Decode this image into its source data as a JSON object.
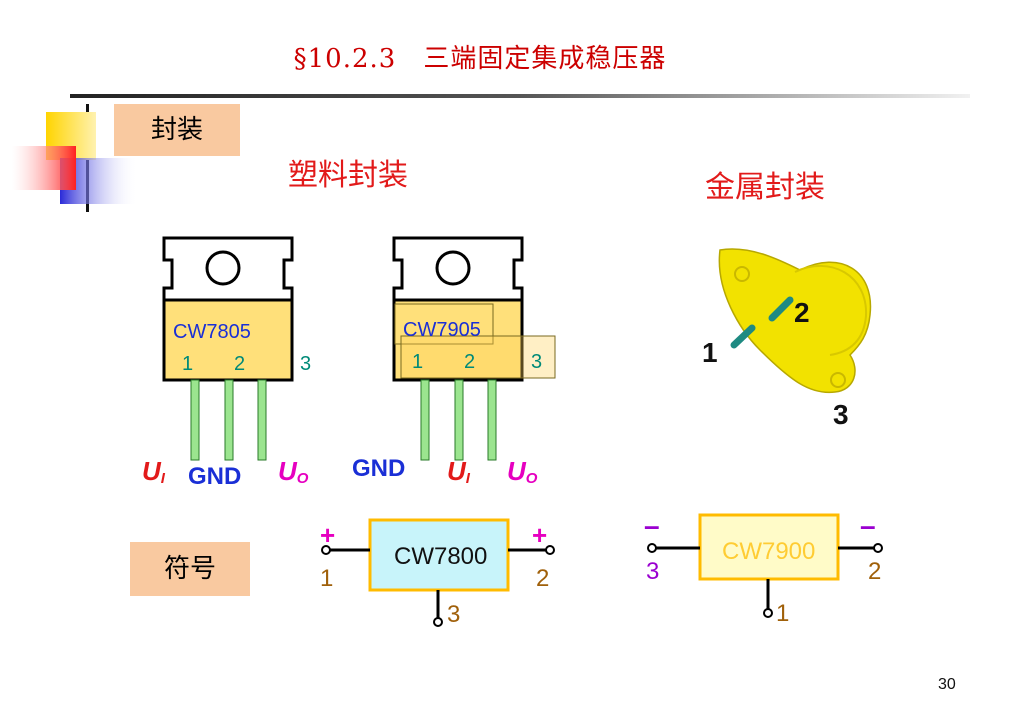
{
  "title": "§10.2.3　三端固定集成稳压器",
  "section_package": "封装",
  "section_symbol": "符号",
  "plastic_heading": "塑料封装",
  "metal_heading": "金属封装",
  "plastic_left": {
    "part": "CW7805",
    "pin1": "1",
    "pin2": "2",
    "pin3": "3",
    "label_in_main": "U",
    "label_in_sub": "I",
    "label_gnd": "GND",
    "label_out_main": "U",
    "label_out_sub": "O"
  },
  "plastic_right": {
    "part": "CW7905",
    "pin1": "1",
    "pin2": "2",
    "pin3": "3",
    "label_gnd": "GND",
    "label_in_main": "U",
    "label_in_sub": "I",
    "label_out_main": "U",
    "label_out_sub": "O"
  },
  "metal": {
    "pin1": "1",
    "pin2": "2",
    "pin3": "3"
  },
  "symbol_positive": {
    "part": "CW7800",
    "left_sign": "+",
    "right_sign": "+",
    "left_pin": "1",
    "right_pin": "2",
    "bottom_pin": "3"
  },
  "symbol_negative": {
    "part": "CW7900",
    "left_sign": "–",
    "right_sign": "–",
    "left_pin": "3",
    "right_pin": "2",
    "bottom_pin": "1"
  },
  "page_number": "30",
  "colors": {
    "title": "#cc0000",
    "accent_red": "#e21a1a",
    "blue": "#1a2fd6",
    "magenta": "#e600c0",
    "teal": "#008a78",
    "brown": "#a0600a",
    "purple": "#9a00d0",
    "tag_bg": "#f9c9a0",
    "chip_bg": "#ffe07a"
  }
}
